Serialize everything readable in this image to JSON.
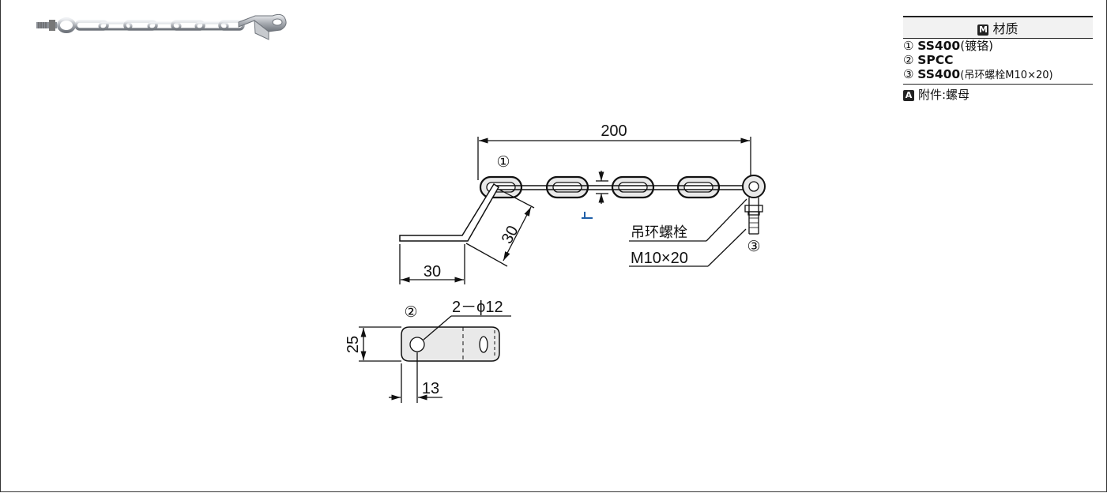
{
  "material_table": {
    "header_badge": "M",
    "header": "材质",
    "rows": [
      {
        "num": "①",
        "material": "SS400",
        "note": "(镀铬)"
      },
      {
        "num": "②",
        "material": "SPCC",
        "note": ""
      },
      {
        "num": "③",
        "material": "SS400",
        "note": "(吊环螺栓M10×20)"
      }
    ],
    "attachment_badge": "A",
    "attachment": "附件:螺母"
  },
  "drawing": {
    "dim_total_length": "200",
    "dim_bend_height": "30",
    "dim_bend_base": "30",
    "dim_thickness": "T",
    "part1": "①",
    "part2": "②",
    "part3": "③",
    "eyebolt_name": "吊环螺栓",
    "eyebolt_size": "M10×20",
    "plate_hole": "2－ϕ12",
    "plate_height": "25",
    "plate_hole_offset": "13"
  },
  "colors": {
    "line": "#111111",
    "thickness_mark": "#1f5fa8",
    "photo_steel": "#b8bcc2"
  }
}
